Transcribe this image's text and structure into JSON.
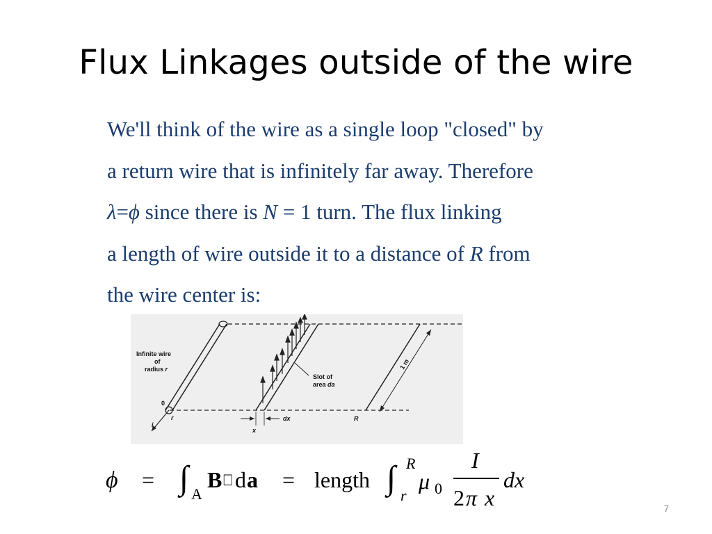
{
  "slide": {
    "title": "Flux Linkages outside of the wire",
    "page_number": "7"
  },
  "body": {
    "line1": "We'll think of the wire as a single loop \"closed\" by",
    "line2": "a return wire that is infinitely far away.  Therefore",
    "line3_lambda": "λ",
    "line3_eq": "=",
    "line3_phi": "ϕ",
    "line3_text1": " since there is ",
    "line3_N": "N",
    "line3_text2": " = 1 turn.  The flux linking",
    "line4_text": "a length of wire outside it to a distance of ",
    "line4_R": "R",
    "line4_text2": " from",
    "line5": "the wire center is:"
  },
  "figure": {
    "label_wire_1": "Infinite wire",
    "label_wire_2": "of",
    "label_wire_3": "radius",
    "label_wire_r": "r",
    "label_slot_1": "Slot of",
    "label_slot_2": "area",
    "label_slot_da": "da",
    "label_1m": "1 m",
    "label_0": "0",
    "label_r": "r",
    "label_i": "i",
    "label_x": "x",
    "label_dx": "dx",
    "label_R": "R"
  },
  "equation": {
    "phi": "ϕ",
    "eq1": "=",
    "int1": "∫",
    "sub_A": "A",
    "B": "B",
    "dot": "⎕",
    "d": "d",
    "a": "a",
    "eq2": "=",
    "length": "length",
    "int2": "∫",
    "upper_R": "R",
    "lower_r": "r",
    "mu": "μ",
    "mu_sub": "0",
    "numer_I": "I",
    "denom_2": "2",
    "denom_pi": "π",
    "denom_x": "x",
    "dx": "dx"
  }
}
